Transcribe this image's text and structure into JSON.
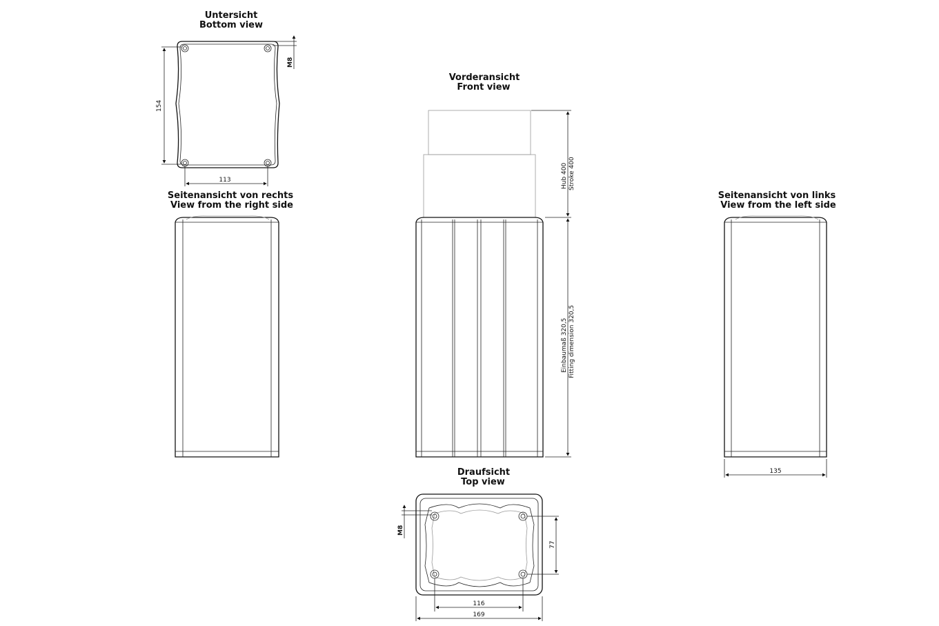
{
  "views": {
    "bottom": {
      "title_de": "Untersicht",
      "title_en": "Bottom view"
    },
    "front": {
      "title_de": "Vorderansicht",
      "title_en": "Front view"
    },
    "right": {
      "title_de": "Seitenansicht von rechts",
      "title_en": "View from the right side"
    },
    "left": {
      "title_de": "Seitenansicht von links",
      "title_en": "View from the left side"
    },
    "top": {
      "title_de": "Draufsicht",
      "title_en": "Top view"
    }
  },
  "dimensions": {
    "bottom_thread": "M8",
    "bottom_height": "154",
    "bottom_width": "113",
    "stroke_de": "Hub 400",
    "stroke_en": "Stroke 400",
    "fitting_de": "Einbaumaß 320,5",
    "fitting_en": "Fitting dimension 320,5",
    "left_width": "135",
    "top_thread": "M8",
    "top_height": "77",
    "top_inner_width": "116",
    "top_outer_width": "169"
  }
}
